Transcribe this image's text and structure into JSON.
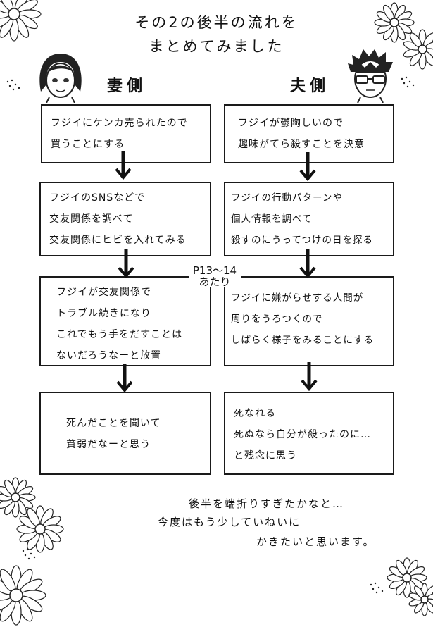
{
  "title": {
    "line1": "その2の後半の流れを",
    "line2": "まとめてみました"
  },
  "wife": {
    "heading": "妻側",
    "steps": [
      {
        "lines": [
          "フジイにケンカ売られたので",
          "買うことにする"
        ]
      },
      {
        "lines": [
          "フジイのSNSなどで",
          "交友関係を調べて",
          "交友関係にヒビを入れてみる"
        ]
      },
      {
        "lines": [
          "フジイが交友関係で",
          "トラブル続きになり",
          "これでもう手をだすことは",
          "ないだろうなーと放置"
        ]
      },
      {
        "lines": [
          "死んだことを聞いて",
          "貧弱だなーと思う"
        ]
      }
    ]
  },
  "husband": {
    "heading": "夫側",
    "steps": [
      {
        "lines": [
          "フジイが鬱陶しいので",
          "趣味がてら殺すことを決意"
        ]
      },
      {
        "lines": [
          "フジイの行動パターンや",
          "個人情報を調べて",
          "殺すのにうってつけの日を探る"
        ]
      },
      {
        "lines": [
          "フジイに嫌がらせする人間が",
          "周りをうろつくので",
          "しばらく様子をみることにする"
        ]
      },
      {
        "lines": [
          "死なれる",
          "死ぬなら自分が殺ったのに…",
          "と残念に思う"
        ]
      }
    ]
  },
  "page_ref": {
    "line1": "P13～14",
    "line2": "あたり"
  },
  "closing": {
    "line1": "後半を端折りすぎたかなと…",
    "line2": "今度はもう少していねいに",
    "line3": "かきたいと思います。"
  }
}
